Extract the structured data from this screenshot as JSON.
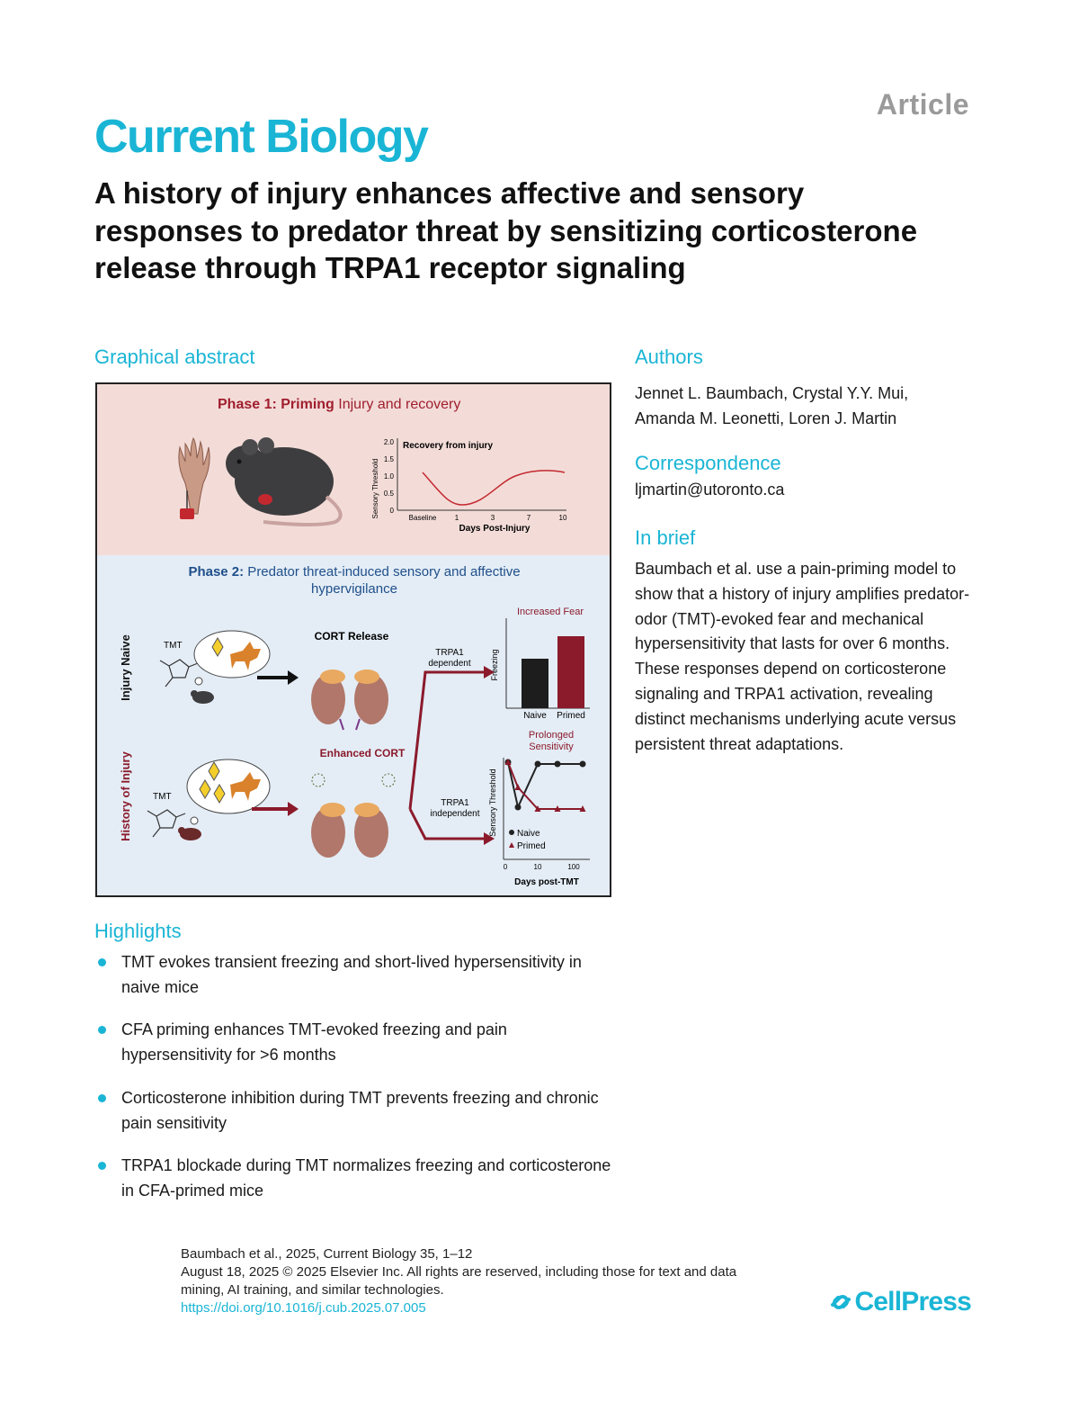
{
  "header": {
    "article_label": "Article",
    "journal": "Current Biology",
    "title": "A history of injury enhances affective and sensory responses to predator threat by sensitizing corticosterone release through TRPA1 receptor signaling"
  },
  "graphical_abstract": {
    "heading": "Graphical abstract",
    "phase1_bold": "Phase 1: Priming",
    "phase1_rest": " Injury and recovery",
    "recovery_title": "Recovery from injury",
    "recovery_ylabel": "Sensory Threshold",
    "recovery_yticks": [
      "2.0",
      "1.5",
      "1.0",
      "0.5",
      "0"
    ],
    "recovery_xticks": [
      "Baseline",
      "1",
      "3",
      "7",
      "10"
    ],
    "recovery_xlabel": "Days Post-Injury",
    "phase2_bold": "Phase 2:",
    "phase2_line1": " Predator threat-induced sensory and affective",
    "phase2_line2": "hypervigilance",
    "row1_label": "Injury Naive",
    "row2_label": "History of Injury",
    "tmt": "TMT",
    "cort_release": "CORT Release",
    "enhanced_cort": "Enhanced CORT",
    "trpa1_dep_1": "TRPA1",
    "trpa1_dep_2": "dependent",
    "trpa1_ind_1": "TRPA1",
    "trpa1_ind_2": "independent",
    "increased_fear": "Increased Fear",
    "freezing_ylabel": "Freezing",
    "bar_naive": "Naive",
    "bar_primed": "Primed",
    "prolonged_1": "Prolonged",
    "prolonged_2": "Sensitivity",
    "sens_ylabel": "Sensory Threshold",
    "legend_naive": "Naive",
    "legend_primed": "Primed",
    "sens_xticks": [
      "0",
      "10",
      "100"
    ],
    "sens_xlabel": "Days post-TMT",
    "colors": {
      "phase1_bg": "#f3dcd8",
      "phase2_bg": "#e4edf6",
      "primed": "#8b1a2b",
      "naive": "#222222",
      "phase_title": "#a01e2e",
      "phase2_title": "#1f4f8a"
    }
  },
  "authors": {
    "heading": "Authors",
    "line1": "Jennet L. Baumbach, Crystal Y.Y. Mui,",
    "line2": "Amanda M. Leonetti, Loren J. Martin"
  },
  "correspondence": {
    "heading": "Correspondence",
    "email": "ljmartin@utoronto.ca"
  },
  "in_brief": {
    "heading": "In brief",
    "text": "Baumbach et al. use a pain-priming model to show that a history of injury amplifies predator-odor (TMT)-evoked fear and mechanical hypersensitivity that lasts for over 6 months. These responses depend on corticosterone signaling and TRPA1 activation, revealing distinct mechanisms underlying acute versus persistent threat adaptations."
  },
  "highlights": {
    "heading": "Highlights",
    "items": [
      "TMT evokes transient freezing and short-lived hypersensitivity in naive mice",
      "CFA priming enhances TMT-evoked freezing and pain hypersensitivity for >6 months",
      "Corticosterone inhibition during TMT prevents freezing and chronic pain sensitivity",
      "TRPA1 blockade during TMT normalizes freezing and corticosterone in CFA-primed mice"
    ]
  },
  "citation": {
    "line1": "Baumbach et al., 2025, Current Biology 35, 1–12",
    "line2": "August 18, 2025 © 2025 Elsevier Inc. All rights are reserved, including those for text and data mining, AI training, and similar technologies.",
    "doi": "https://doi.org/10.1016/j.cub.2025.07.005"
  },
  "publisher": {
    "name": "CellPress"
  }
}
